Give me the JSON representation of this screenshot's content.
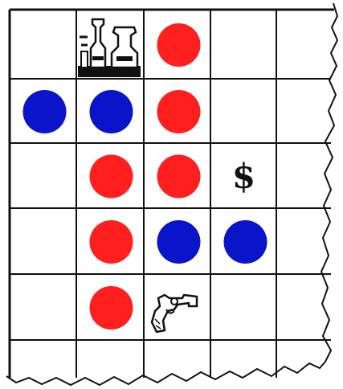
{
  "board": {
    "rows": 6,
    "cols": 5,
    "colors": {
      "red": "#ff1f1f",
      "blue": "#0a14c8",
      "ink": "#111111"
    },
    "pieces": [
      {
        "row": 0,
        "col": 2,
        "type": "red"
      },
      {
        "row": 1,
        "col": 0,
        "type": "blue"
      },
      {
        "row": 1,
        "col": 1,
        "type": "blue"
      },
      {
        "row": 1,
        "col": 2,
        "type": "red"
      },
      {
        "row": 2,
        "col": 1,
        "type": "red"
      },
      {
        "row": 2,
        "col": 2,
        "type": "red"
      },
      {
        "row": 3,
        "col": 1,
        "type": "red"
      },
      {
        "row": 3,
        "col": 2,
        "type": "blue"
      },
      {
        "row": 3,
        "col": 3,
        "type": "blue"
      },
      {
        "row": 4,
        "col": 1,
        "type": "red"
      }
    ],
    "specials": [
      {
        "row": 0,
        "col": 1,
        "icon": "bottles-icon"
      },
      {
        "row": 2,
        "col": 3,
        "icon": "dollar-sign-icon",
        "text": "$"
      },
      {
        "row": 4,
        "col": 2,
        "icon": "revolver-icon"
      }
    ]
  }
}
